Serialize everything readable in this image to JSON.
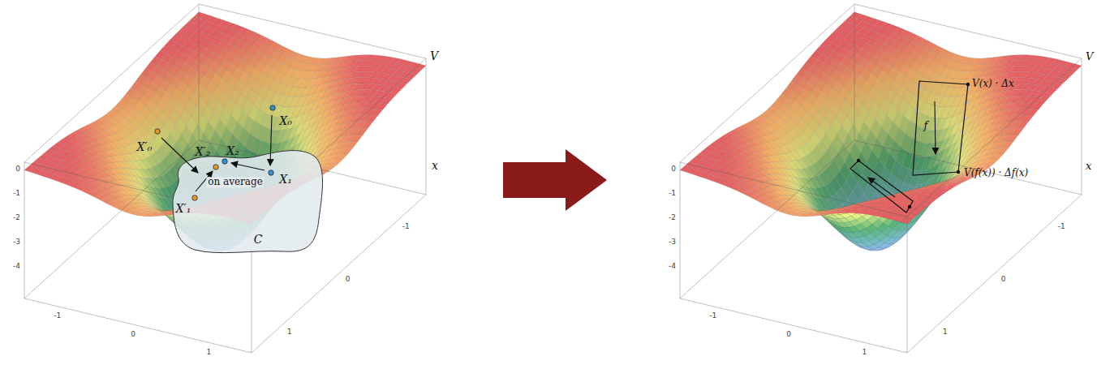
{
  "diagram": {
    "labels": [
      "V",
      "x",
      "X′₀",
      "X₀",
      "X′₂",
      "X₂",
      "X₁",
      "X′₁",
      "on average",
      "C",
      "0",
      "-1",
      "-2",
      "-3",
      "-4",
      "-1",
      "0",
      "1",
      "1",
      "0",
      "-1",
      "V",
      "x",
      "V(x) · Δx",
      "f",
      "V(f(x)) · Δf(x)",
      "0",
      "-1",
      "-2",
      "-3",
      "-4",
      "-1",
      "0",
      "1",
      "1",
      "0",
      "-1"
    ]
  }
}
